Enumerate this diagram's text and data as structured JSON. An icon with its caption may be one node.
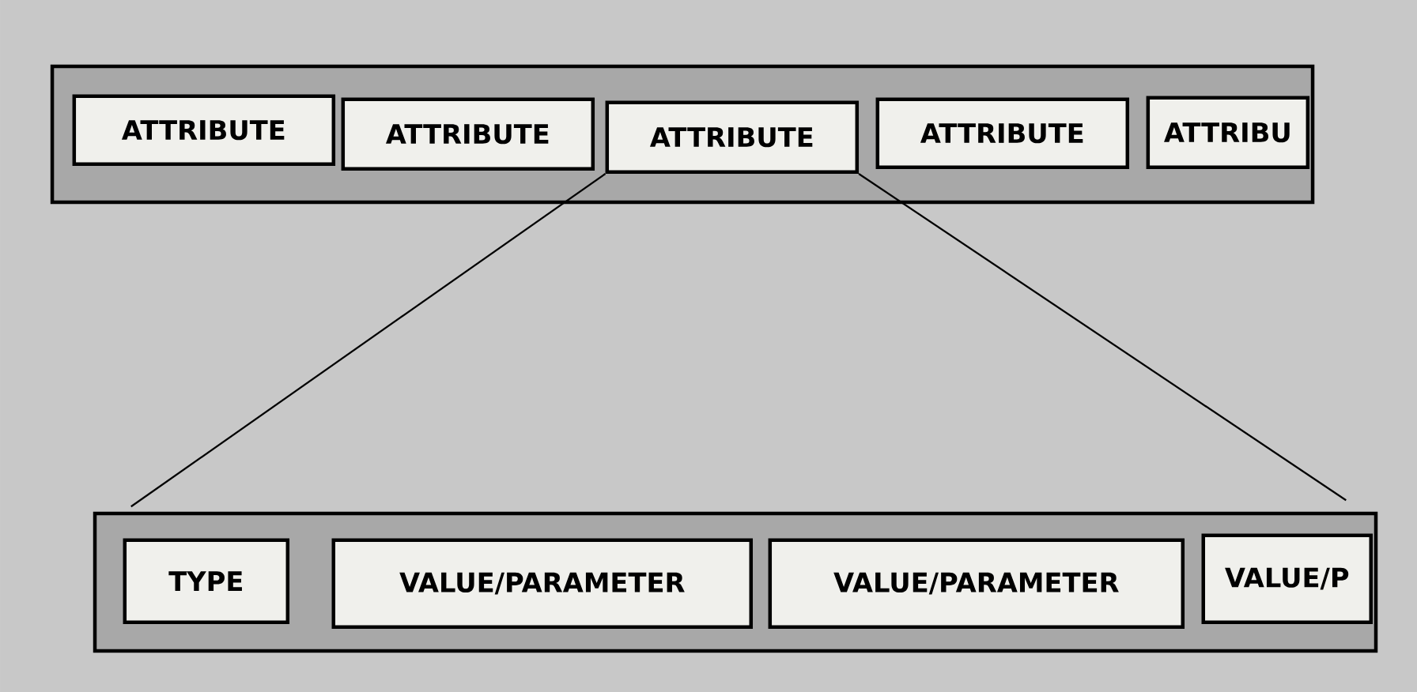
{
  "diagram": {
    "nodes": [
      {
        "text": [],
        "shape": "box"
      },
      {
        "text": [
          "ATTRIBUTE"
        ],
        "in": 0
      },
      {
        "text": [
          "ATTRIBUTE"
        ],
        "in": 0
      },
      {
        "text": [
          "ATTRIBUTE"
        ],
        "in": 0
      },
      {
        "text": [
          "ATTRIBUTE"
        ],
        "in": 0
      },
      {
        "text": [
          "ATTRIBU"
        ],
        "in": 0
      },
      {
        "text": [],
        "shape": "box"
      },
      {
        "text": [
          "TYPE"
        ],
        "in": 6
      },
      {
        "text": [
          "VALUE/PARAMETER"
        ],
        "in": 6
      },
      {
        "text": [
          "VALUE/PARAMETER"
        ],
        "in": 6
      },
      {
        "text": [
          "VALUE/P"
        ],
        "in": 6
      }
    ],
    "edges": [
      {
        "from": 3,
        "to": 6,
        "arrow": "none"
      },
      {
        "from": 3,
        "to": 6,
        "arrow": "none"
      }
    ]
  }
}
